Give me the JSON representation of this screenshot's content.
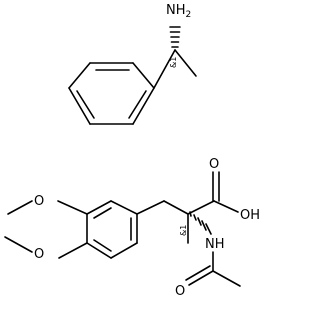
{
  "molecule_1": {
    "atoms": {
      "nh2": "NH",
      "nh2_subscript": "2",
      "stereo": "&1"
    }
  },
  "molecule_2": {
    "atoms": {
      "oh": "OH",
      "carbonyl_o_acid": "O",
      "nh": "NH",
      "carbonyl_o_amide": "O",
      "methoxy_o_top": "O",
      "methoxy_o_bottom": "O",
      "stereo": "&1"
    }
  }
}
